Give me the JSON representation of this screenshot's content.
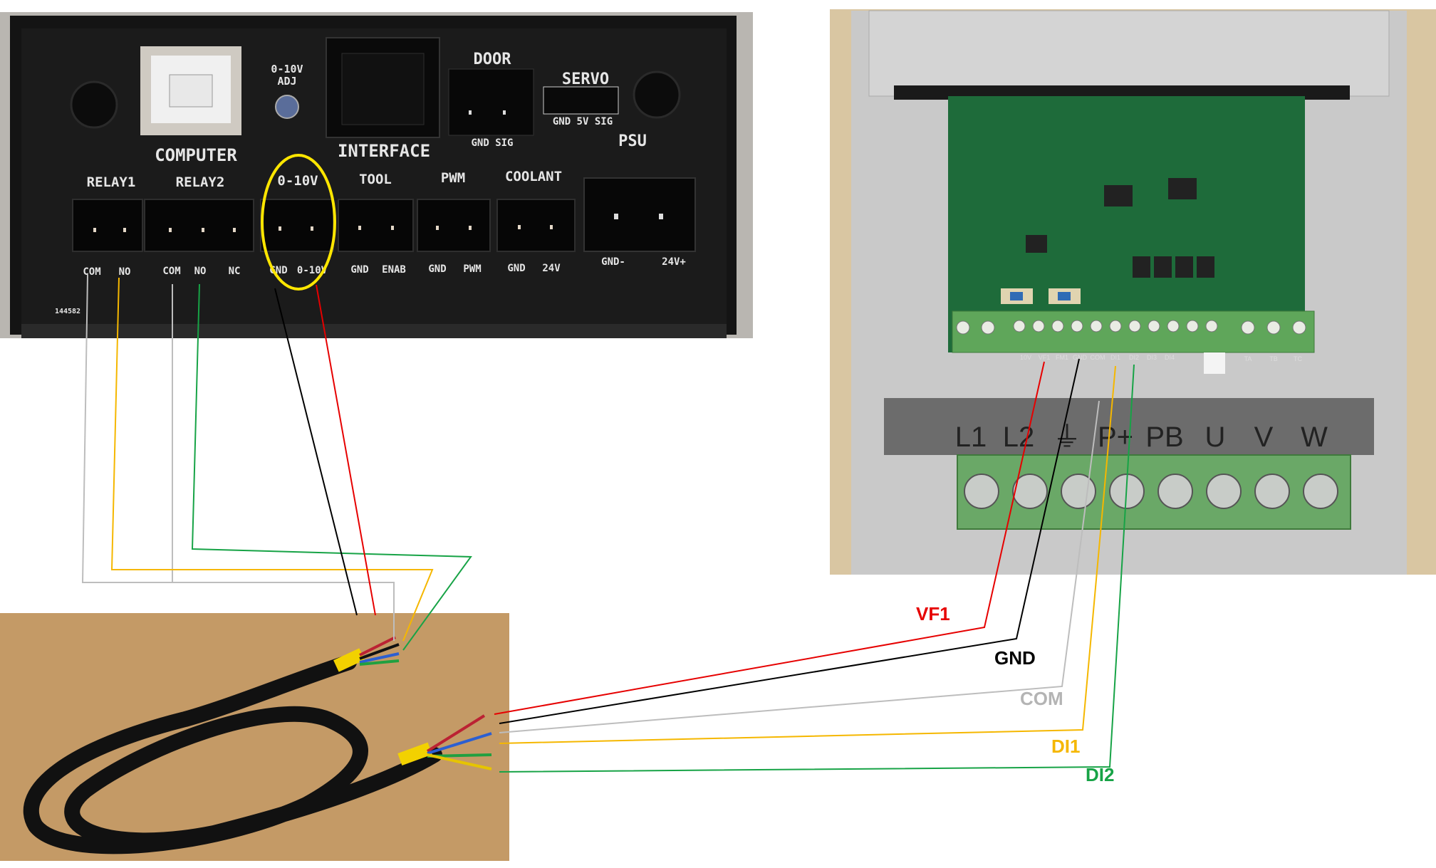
{
  "controller": {
    "section_labels": {
      "computer": "COMPUTER",
      "adj_line1": "0-10V",
      "adj_line2": "ADJ",
      "interface": "INTERFACE",
      "door": "DOOR",
      "servo": "SERVO",
      "psu": "PSU",
      "relay1": "RELAY1",
      "relay2": "RELAY2",
      "v010": "0-10V",
      "tool": "TOOL",
      "pwm": "PWM",
      "coolant": "COOLANT",
      "door_pins": "GND   SIG",
      "servo_pins": "GND 5V SIG",
      "serial": "144582"
    },
    "pin_labels": [
      "COM",
      "NO",
      "COM",
      "NO",
      "NC",
      "GND",
      "0-10V",
      "GND",
      "ENAB",
      "GND",
      "PWM",
      "GND",
      "24V",
      "GND-",
      "24V+"
    ],
    "highlight_color": "#ffe600"
  },
  "vfd": {
    "power_terminals": [
      "L1",
      "L2",
      "⏚",
      "P+",
      "PB",
      "U",
      "V",
      "W"
    ],
    "control_terminals": [
      "10V",
      "VF1",
      "FM1",
      "GND",
      "COM",
      "DI1",
      "DI2",
      "DI3",
      "DI4"
    ],
    "relay_terminals": [
      "TA",
      "TB",
      "TC"
    ]
  },
  "wire_labels": [
    {
      "text": "VF1",
      "color": "#e60000"
    },
    {
      "text": "GND",
      "color": "#000000"
    },
    {
      "text": "COM",
      "color": "#b4b4b4"
    },
    {
      "text": "DI1",
      "color": "#f5b700"
    },
    {
      "text": "DI2",
      "color": "#17a346"
    }
  ],
  "wire_colors": {
    "red": "#e60000",
    "black": "#000000",
    "gray": "#bdbdbd",
    "orange": "#f5b700",
    "green": "#17a346"
  }
}
